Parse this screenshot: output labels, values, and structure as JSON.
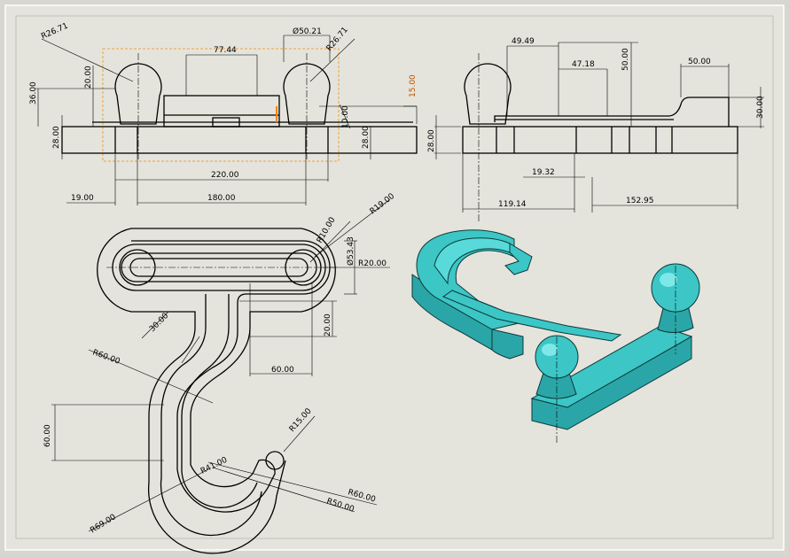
{
  "colors": {
    "background": "#d7d7cf",
    "sheet": "#e4e4dc",
    "border": "#ffffff",
    "model": "#3cc6c6",
    "selection": "#f0a040"
  },
  "front_view": {
    "dims": {
      "r_left": "R26.71",
      "w_77": "77.44",
      "phi": "Ø50.21",
      "r_right": "R26.71",
      "v_36": "36.00",
      "v_20": "20.00",
      "v_15": "15.00",
      "v_10": "10.00",
      "v_28_left": "28.00",
      "v_28_right": "28.00",
      "w_220": "220.00",
      "w_19": "19.00",
      "w_180": "180.00"
    }
  },
  "side_view": {
    "dims": {
      "w_49": "49.49",
      "w_47": "47.18",
      "v_50": "50.00",
      "w_50": "50.00",
      "v_30": "30.00",
      "v_28": "28.00",
      "w_19_32": "19.32",
      "w_119": "119.14",
      "w_152": "152.95"
    }
  },
  "top_view": {
    "dims": {
      "r_19": "R19.00",
      "r_10": "R10.00",
      "phi_53": "Ø53.43",
      "r_20": "R20.00",
      "h_30": "30.00",
      "v_20": "20.00",
      "w_60": "60.00",
      "r_60_top": "R60.00",
      "v_60": "60.00",
      "r_15": "R15.00",
      "r_41": "R41.00",
      "r_60_right": "R60.00",
      "r_50": "R50.00",
      "r_69": "R69.00"
    }
  }
}
